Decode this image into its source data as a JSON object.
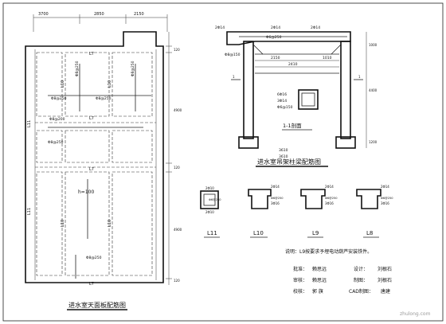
{
  "plan": {
    "title": "进水室天面板配筋图",
    "top_dims": [
      "3700",
      "2850",
      "2150"
    ],
    "right_dims": [
      "120",
      "4900",
      "120",
      "4900",
      "120"
    ],
    "beam_labels": [
      "L7",
      "L7",
      "L7",
      "L7"
    ],
    "beam_labels_l10": [
      "L10",
      "L10",
      "L10",
      "L10"
    ],
    "beam_labels_l11": [
      "L11",
      "L11"
    ],
    "rebar_labels": [
      "Φ8@250",
      "Φ8@250",
      "Φ8@250",
      "Φ8@250",
      "Φ8@250",
      "Φ8@250",
      "Φ8@200"
    ],
    "thickness": "h=100"
  },
  "frame": {
    "title": "进水室吊架柱梁配筋图",
    "section_label": "1-1剖面",
    "top_dims": [
      "2150",
      "1010"
    ],
    "bottom_dims": [
      "2410",
      "3610",
      "3610"
    ],
    "rebar_labels": [
      "2Φ14",
      "Φ6@250",
      "2Φ14",
      "2Φ14",
      "Φ8@150",
      "6Φ16",
      "3Φ14",
      "Φ6@150"
    ],
    "right_dims": [
      "1000",
      "4400",
      "1200"
    ]
  },
  "sections": [
    {
      "name": "L11",
      "labels": [
        "2Φ10",
        "Φ6@250",
        "2Φ10"
      ]
    },
    {
      "name": "L10",
      "labels": [
        "2Φ14",
        "Φ6@250",
        "3Φ16"
      ]
    },
    {
      "name": "L9",
      "labels": [
        "2Φ14",
        "Φ6@250",
        "3Φ16"
      ]
    },
    {
      "name": "L8",
      "labels": [
        "2Φ14",
        "Φ6@250",
        "3Φ16"
      ]
    }
  ],
  "note": "说明：L9按要求予埋电动葫芦安装铁件。",
  "signoff": [
    [
      "批准：",
      "赖思远",
      "设计：",
      "刘根石"
    ],
    [
      "审核：",
      "赖思远",
      "制图：",
      "刘根石"
    ],
    [
      "校核：",
      "郭  旗",
      "CAD制图：",
      "唐建"
    ]
  ],
  "watermark": "zhulong.com"
}
